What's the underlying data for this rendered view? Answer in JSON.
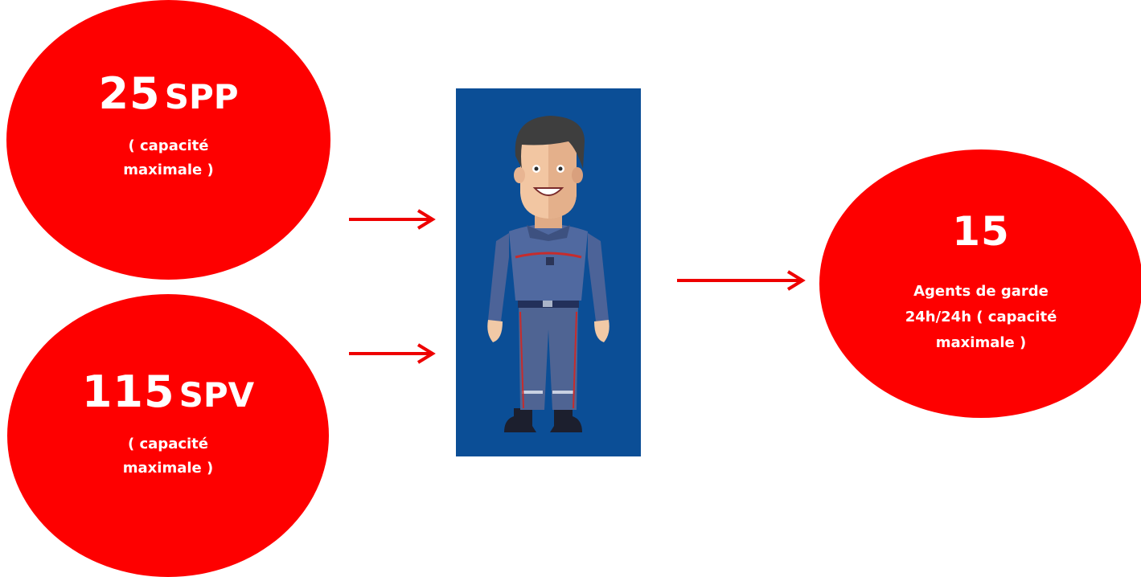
{
  "colors": {
    "bubble": "#fe0000",
    "arrow": "#ee0000",
    "panel_bg": "#0b4e96"
  },
  "bubbles": [
    {
      "number": "25",
      "unit": "SPP",
      "note_line1": "( capacité",
      "note_line2": "maximale )"
    },
    {
      "number": "115",
      "unit": "SPV",
      "note_line1": "( capacité",
      "note_line2": "maximale )"
    },
    {
      "number": "15",
      "unit": "",
      "note_line1": "Agents de garde",
      "note_line2": "24h/24h ( capacité",
      "note_line3": "maximale )"
    }
  ],
  "illustration": {
    "subject": "firefighter-figure"
  }
}
